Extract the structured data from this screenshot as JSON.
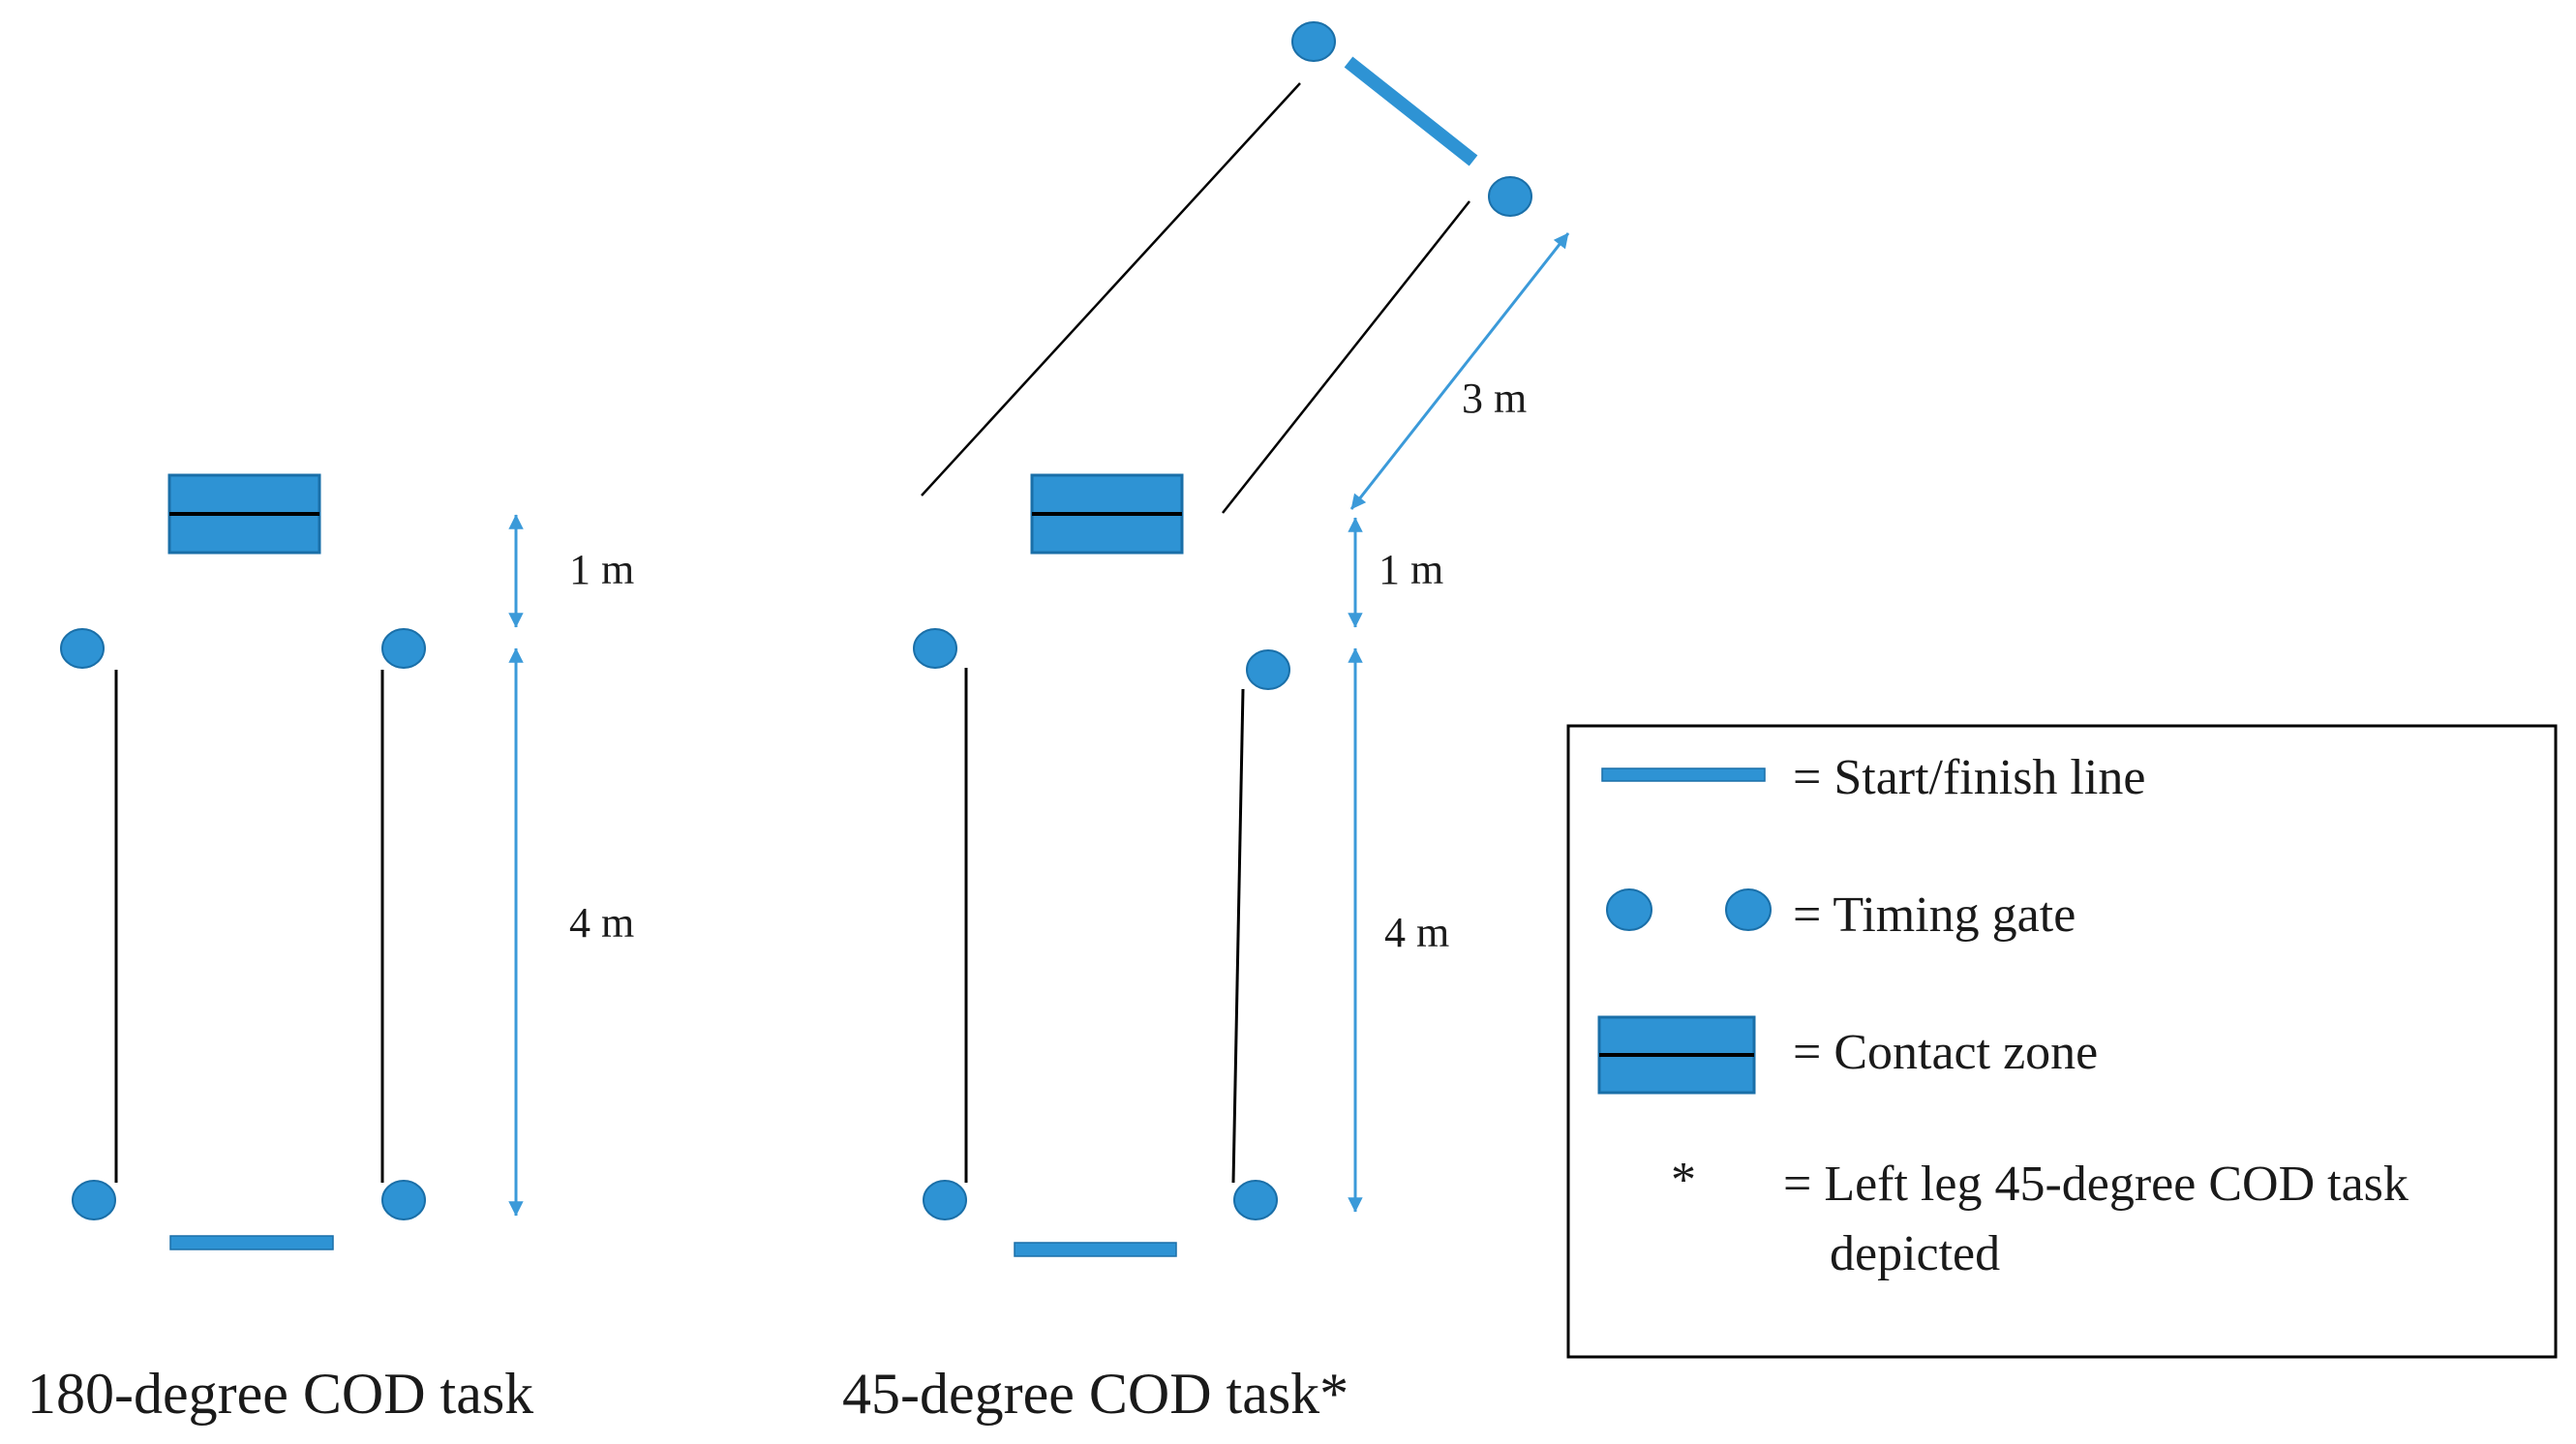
{
  "colors": {
    "accent": "#2e93d4",
    "accent_stroke": "#1a6fa8",
    "arrow": "#3b9ad9",
    "line": "#000000"
  },
  "task180": {
    "caption": "180-degree COD task",
    "dim_1m": "1 m",
    "dim_4m": "4 m"
  },
  "task45": {
    "caption": "45-degree COD task*",
    "dim_3m": "3 m",
    "dim_1m": "1 m",
    "dim_4m": "4 m"
  },
  "legend": {
    "start_finish": "= Start/finish  line",
    "timing_gate": "= Timing  gate",
    "contact_zone": "= Contact  zone",
    "asterisk": "*",
    "note_line1": "= Left leg  45-degree COD task",
    "note_line2": "depicted"
  }
}
